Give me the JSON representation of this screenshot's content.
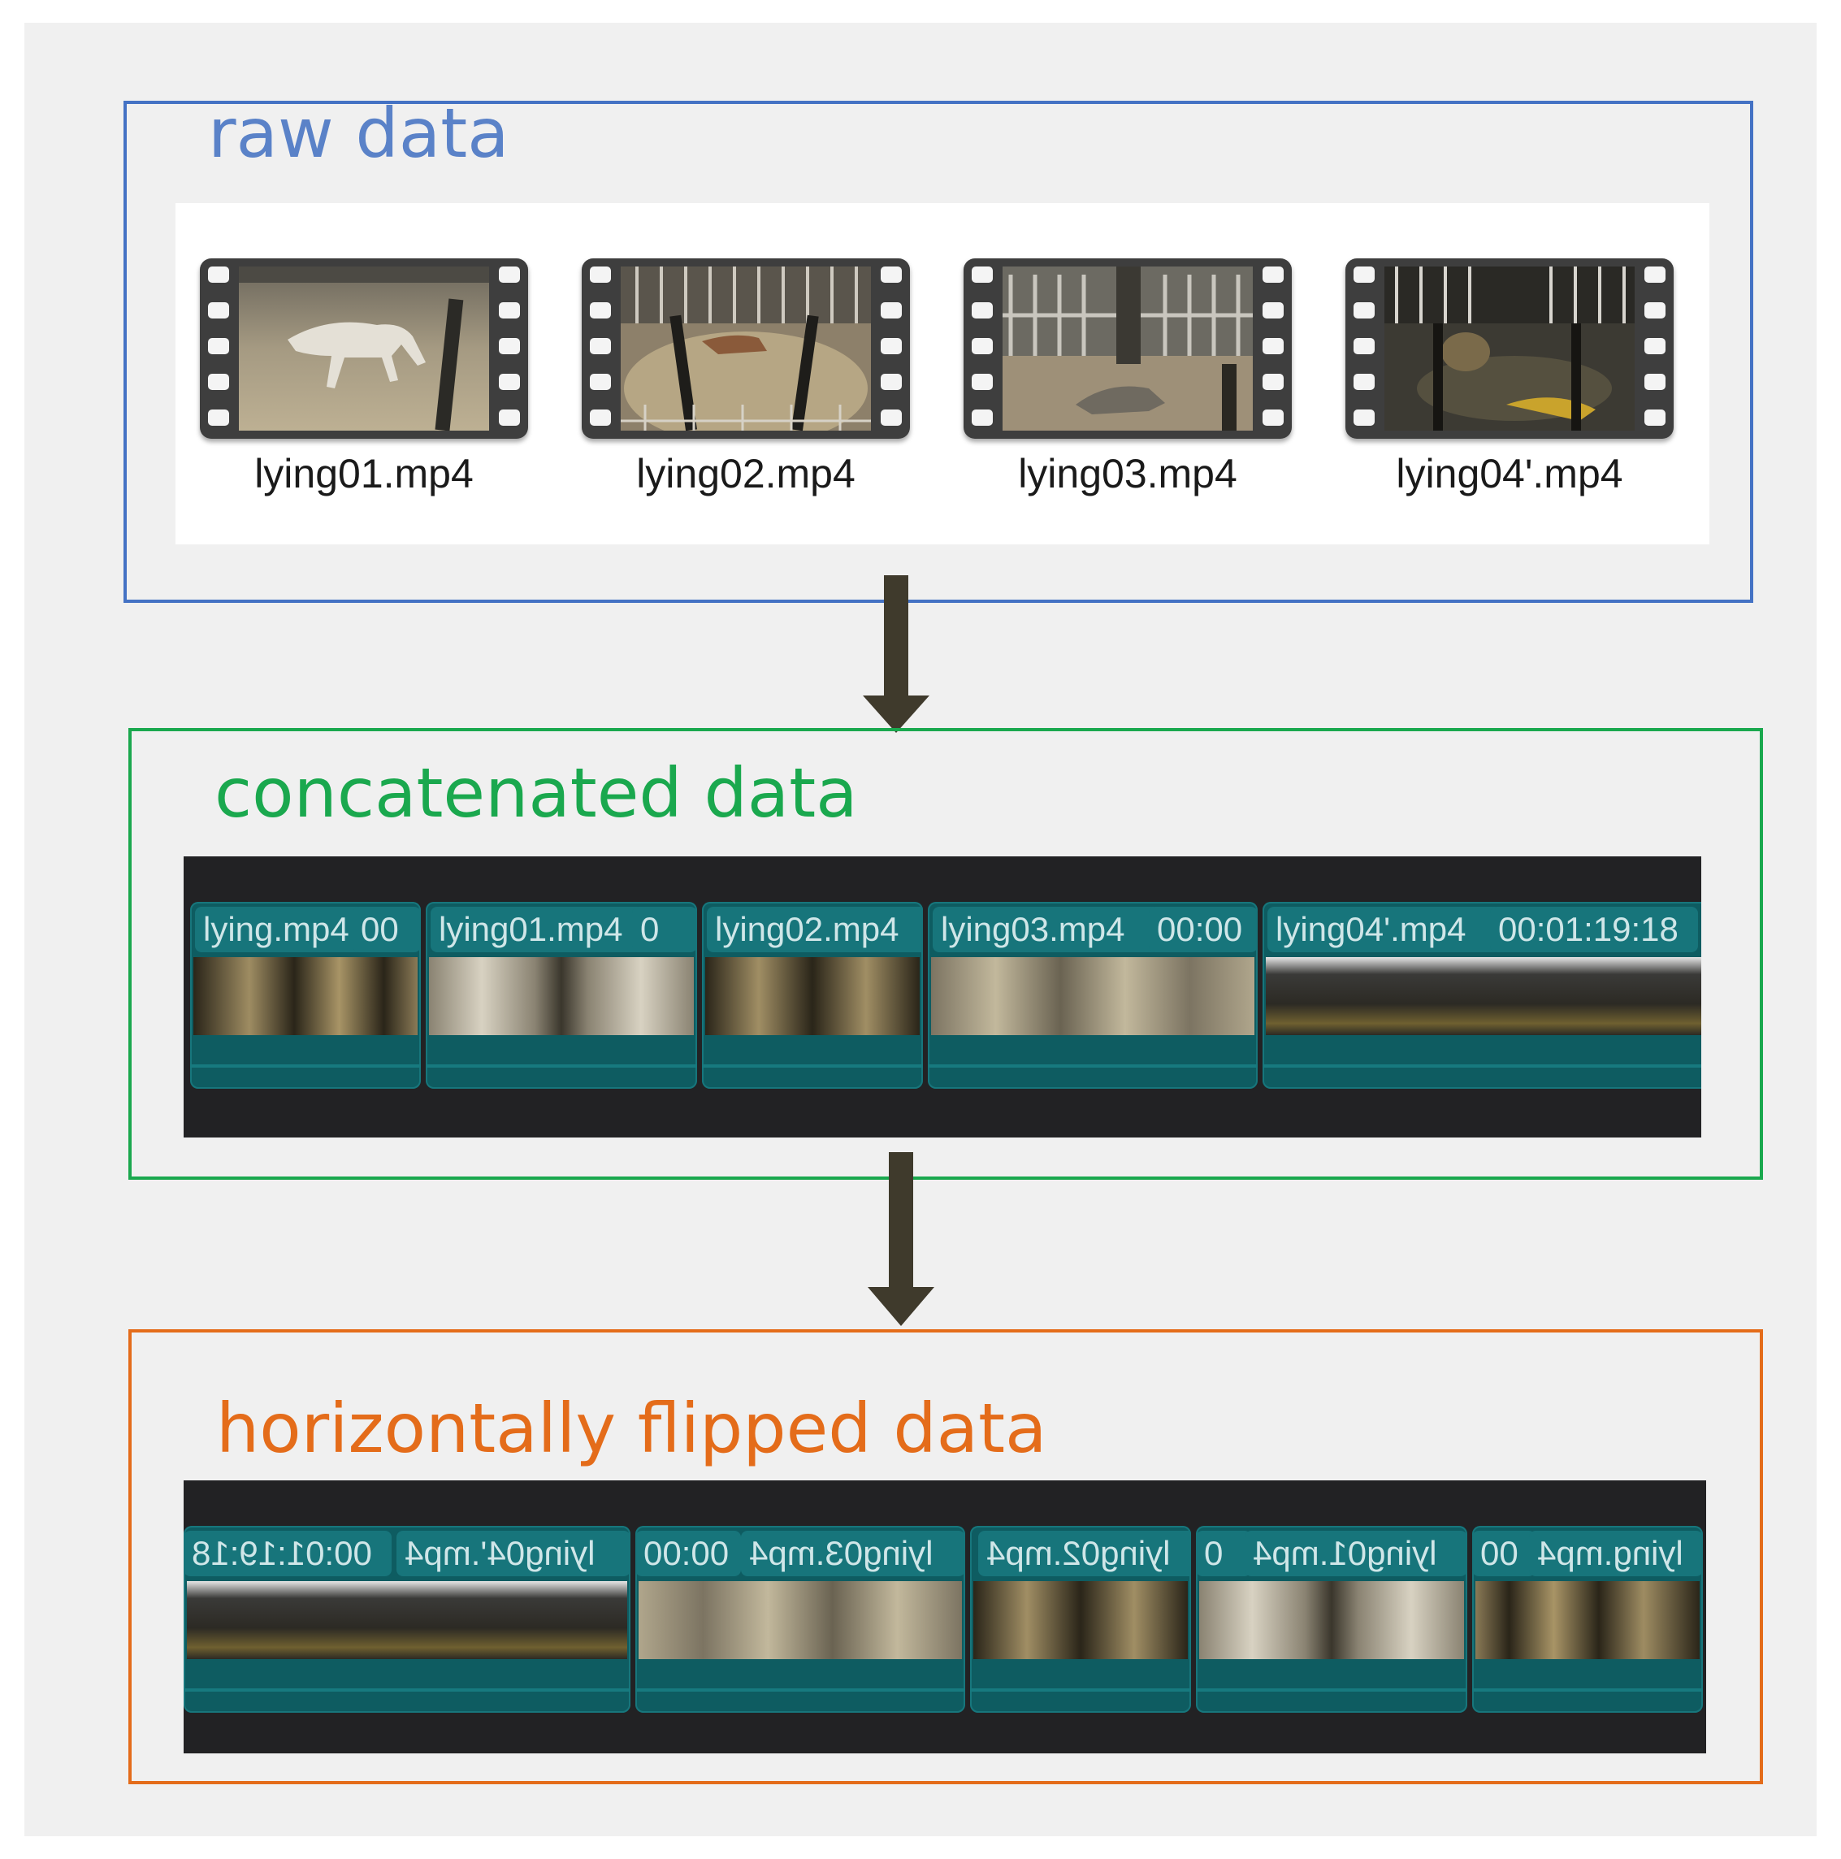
{
  "raw": {
    "title": "raw data",
    "files": [
      "lying01.mp4",
      "lying02.mp4",
      "lying03.mp4",
      "lying04'.mp4"
    ]
  },
  "concatenated": {
    "title": "concatenated data",
    "clips": [
      {
        "name": "lying.mp4",
        "time": "00"
      },
      {
        "name": "lying01.mp4",
        "time": "0"
      },
      {
        "name": "lying02.mp4",
        "time": ""
      },
      {
        "name": "lying03.mp4",
        "time": "00:00"
      },
      {
        "name": "lying04'.mp4",
        "time": "00:01:19:18"
      }
    ]
  },
  "flipped": {
    "title": "horizontally flipped data",
    "clips": [
      {
        "name": "lying04'.mp4",
        "time": "00:01:19:18"
      },
      {
        "name": "lying03.mp4",
        "time": "00:00"
      },
      {
        "name": "lying02.mp4",
        "time": ""
      },
      {
        "name": "lying01.mp4",
        "time": "0"
      },
      {
        "name": "lying.mp4",
        "time": "00"
      }
    ]
  },
  "colors": {
    "raw_border": "#4472c4",
    "concat_border": "#1aa84e",
    "flipped_border": "#e46c1a",
    "arrow": "#3f3a2c",
    "clip_teal": "#0e5c61"
  }
}
